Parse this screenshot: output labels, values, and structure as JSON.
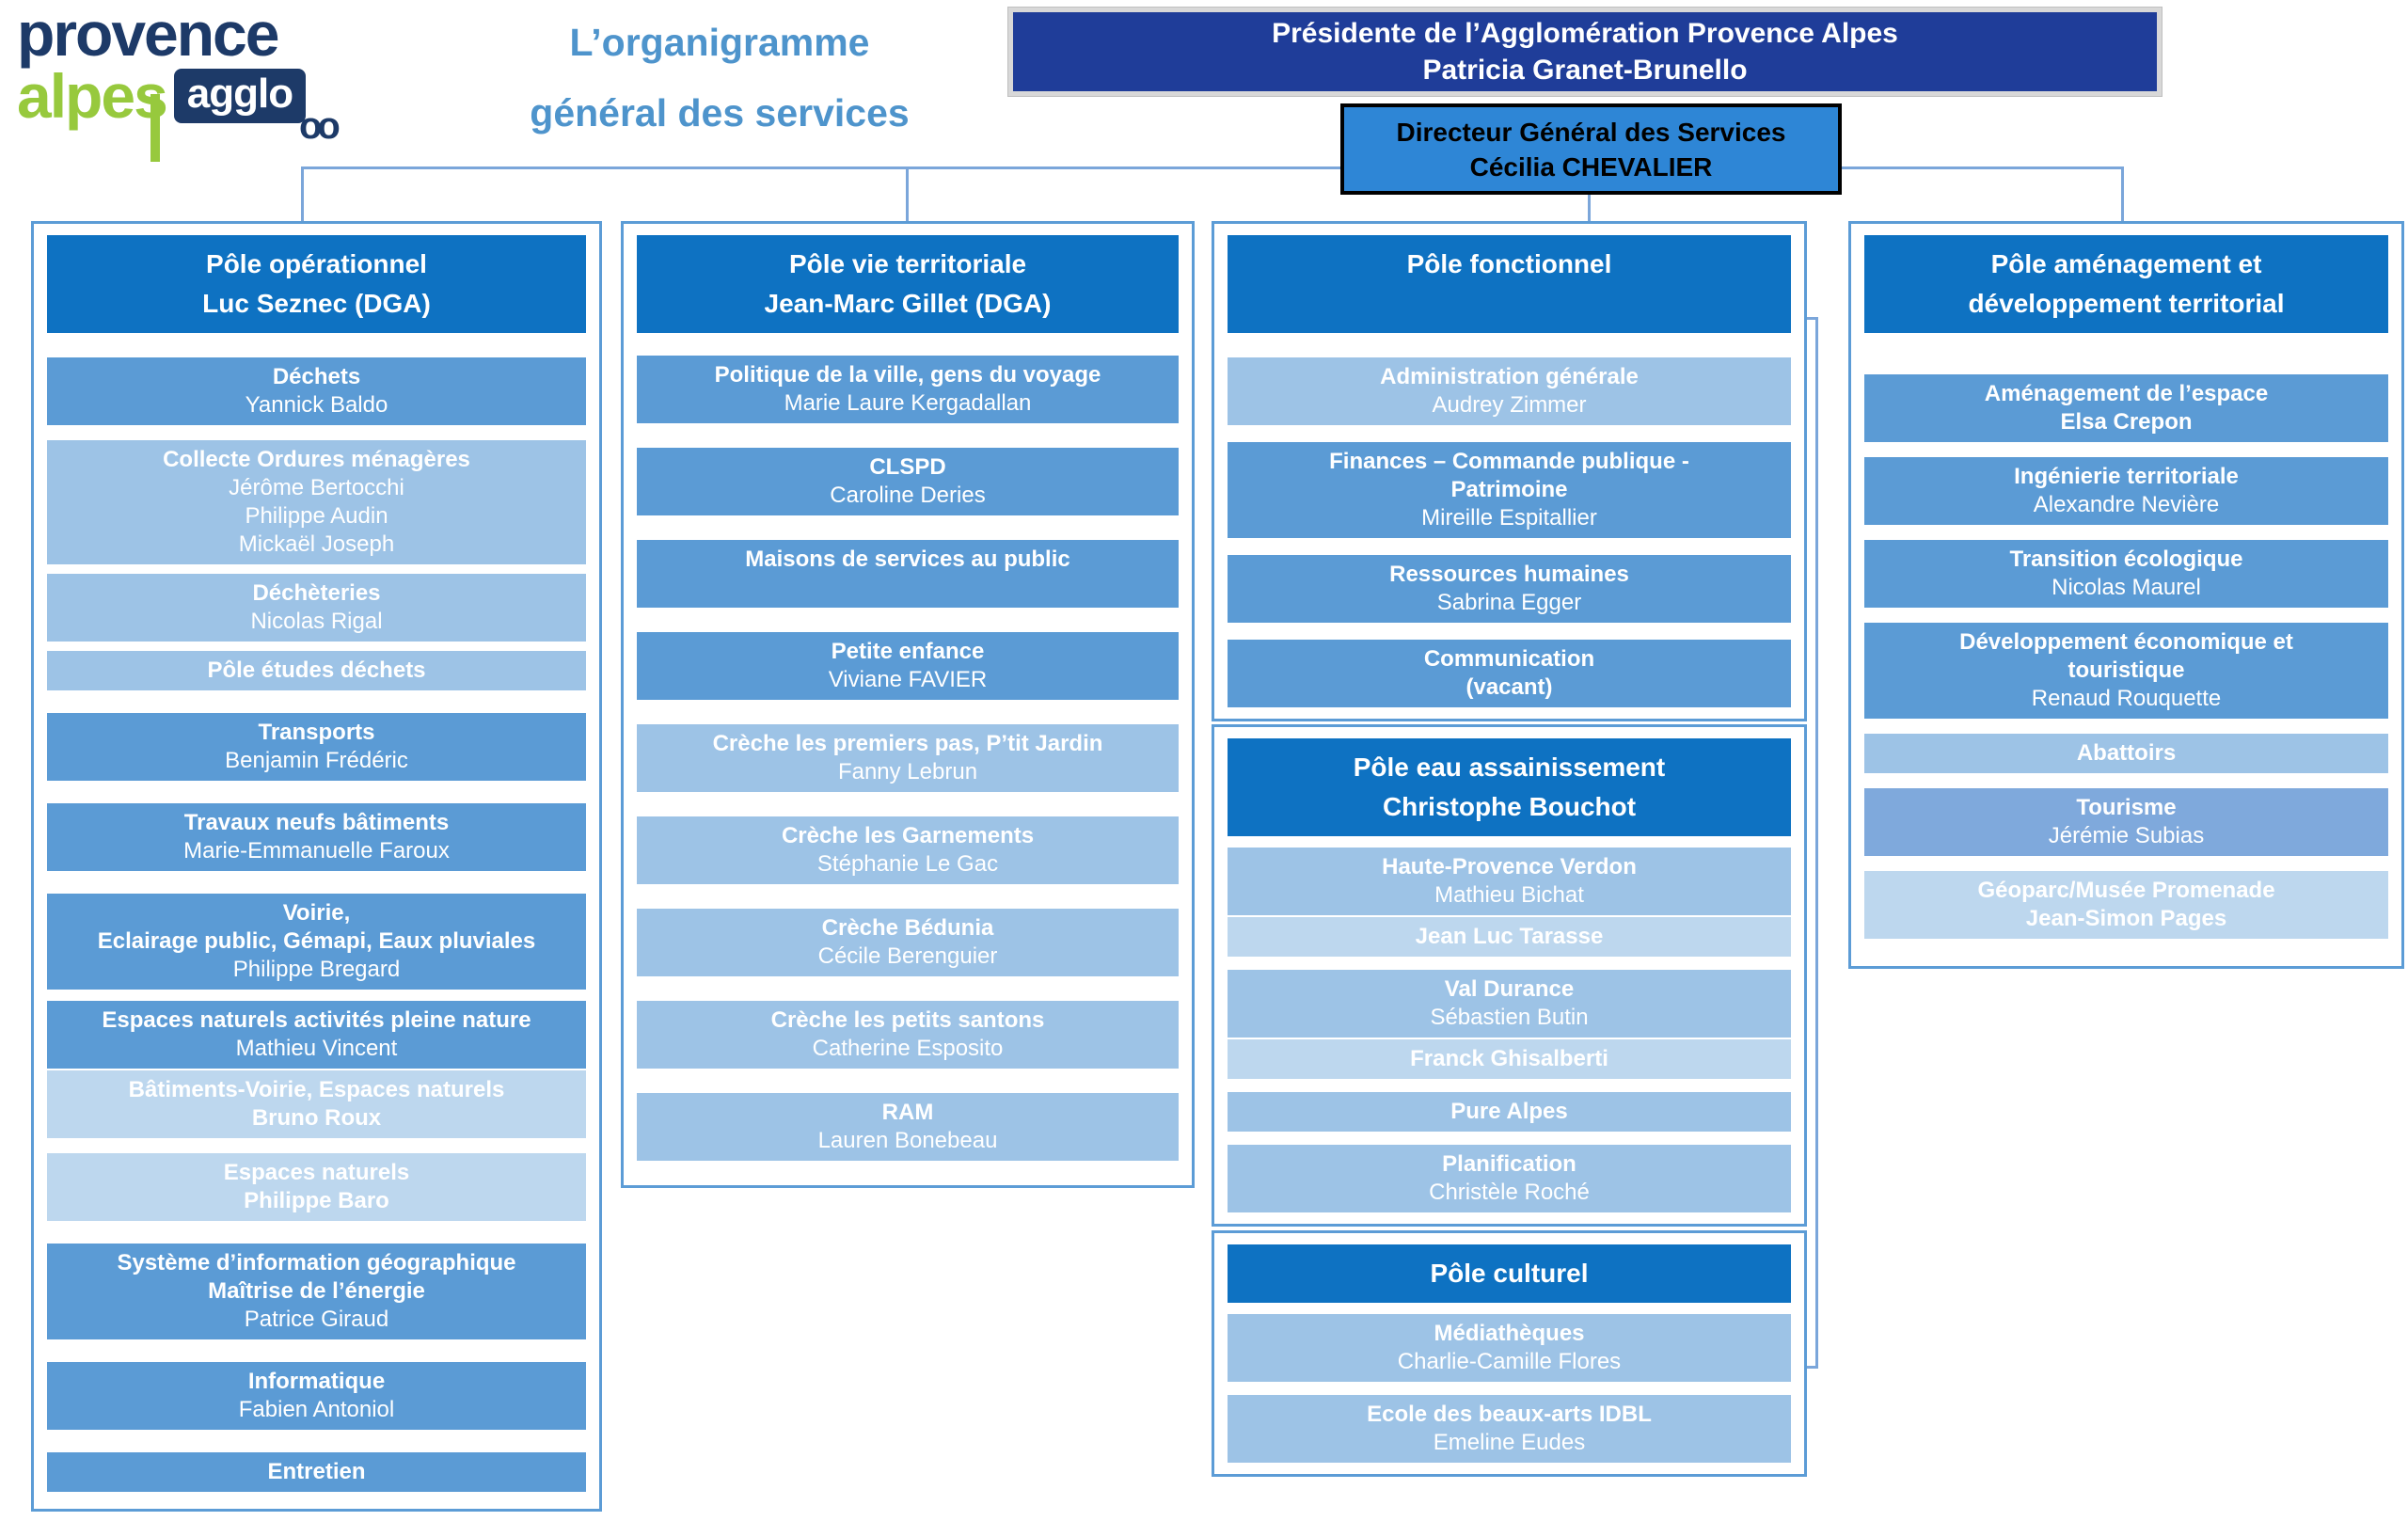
{
  "logo": {
    "line1": "provence",
    "line2": "alpes",
    "badge": "agglo",
    "oo": "oo"
  },
  "title": {
    "line1": "L’organigramme",
    "line2": "général des services"
  },
  "president": {
    "line1": "Présidente de l’Agglomération Provence Alpes",
    "line2": "Patricia Granet-Brunello"
  },
  "dgs": {
    "line1": "Directeur Général des Services",
    "line2": "Cécilia CHEVALIER"
  },
  "colors": {
    "header_blue": "#0e72c2",
    "president_navy": "#1f3d99",
    "dgs_blue": "#2e86d6",
    "row_mid": "#5b9bd5",
    "row_midlight": "#7fa9dc",
    "row_light": "#9dc3e6",
    "row_lighter": "#bdd7ee",
    "logo_navy": "#1d3a68",
    "logo_green": "#97c93d",
    "title_blue": "#4e94cc",
    "connector_blue": "#7ba6da"
  },
  "columns": [
    {
      "id": "pole-operationnel",
      "header": [
        "Pôle opérationnel",
        "Luc Seznec (DGA)"
      ],
      "rows": [
        {
          "lines": [
            "Déchets",
            "Yannick Baldo"
          ],
          "shade": "mid",
          "bold": 1
        },
        {
          "lines": [
            "Collecte Ordures ménagères",
            "Jérôme Bertocchi",
            "Philippe Audin",
            "Mickaël Joseph"
          ],
          "shade": "light",
          "bold": 1
        },
        {
          "lines": [
            "Déchèteries",
            "Nicolas Rigal"
          ],
          "shade": "light",
          "bold": 1
        },
        {
          "lines": [
            "Pôle études déchets"
          ],
          "shade": "light",
          "bold": 1
        },
        {
          "lines": [
            "Transports",
            "Benjamin Frédéric"
          ],
          "shade": "mid",
          "bold": 1
        },
        {
          "lines": [
            "Travaux neufs bâtiments",
            "Marie-Emmanuelle Faroux"
          ],
          "shade": "mid",
          "bold": 1
        },
        {
          "lines": [
            "Voirie,",
            "Eclairage public, Gémapi, Eaux pluviales",
            "Philippe Bregard"
          ],
          "shade": "mid",
          "bold": 2
        },
        {
          "lines": [
            "Espaces naturels activités pleine nature",
            "Mathieu Vincent"
          ],
          "shade": "mid",
          "bold": 1
        },
        {
          "lines": [
            "Bâtiments-Voirie, Espaces naturels",
            "Bruno Roux"
          ],
          "shade": "lighter",
          "bold": "all"
        },
        {
          "lines": [
            "Espaces naturels",
            "Philippe Baro"
          ],
          "shade": "lighter",
          "bold": "all"
        },
        {
          "lines": [
            "Système d’information géographique",
            "Maîtrise de l’énergie",
            "Patrice Giraud"
          ],
          "shade": "mid",
          "bold": 2
        },
        {
          "lines": [
            "Informatique",
            "Fabien Antoniol"
          ],
          "shade": "mid",
          "bold": 1
        },
        {
          "lines": [
            "Entretien"
          ],
          "shade": "mid",
          "bold": 1
        }
      ]
    },
    {
      "id": "pole-vie-territoriale",
      "header": [
        "Pôle vie territoriale",
        "Jean-Marc Gillet (DGA)"
      ],
      "rows": [
        {
          "lines": [
            "Politique de la ville, gens du voyage",
            "Marie Laure Kergadallan"
          ],
          "shade": "mid",
          "bold": 1
        },
        {
          "lines": [
            "CLSPD",
            "Caroline Deries"
          ],
          "shade": "mid",
          "bold": 1
        },
        {
          "lines": [
            "Maisons de services au public",
            ""
          ],
          "shade": "mid",
          "bold": 1
        },
        {
          "lines": [
            "Petite enfance",
            "Viviane FAVIER"
          ],
          "shade": "mid",
          "bold": 1
        },
        {
          "lines": [
            "Crèche les premiers pas, P’tit Jardin",
            "Fanny Lebrun"
          ],
          "shade": "light",
          "bold": 1
        },
        {
          "lines": [
            "Crèche les Garnements",
            "Stéphanie Le Gac"
          ],
          "shade": "light",
          "bold": 1
        },
        {
          "lines": [
            "Crèche Bédunia",
            "Cécile Berenguier"
          ],
          "shade": "light",
          "bold": 1
        },
        {
          "lines": [
            "Crèche les petits santons",
            "Catherine Esposito"
          ],
          "shade": "light",
          "bold": 1
        },
        {
          "lines": [
            "RAM",
            "Lauren Bonebeau"
          ],
          "shade": "light",
          "bold": 1
        }
      ]
    },
    {
      "id": "pole-fonctionnel",
      "header": [
        "Pôle fonctionnel",
        ""
      ],
      "rows": [
        {
          "lines": [
            "Administration générale",
            "Audrey Zimmer"
          ],
          "shade": "light",
          "bold": 1
        },
        {
          "lines": [
            "Finances – Commande publique -",
            "Patrimoine",
            "Mireille Espitallier"
          ],
          "shade": "mid",
          "bold": 2
        },
        {
          "lines": [
            "Ressources humaines",
            "Sabrina Egger"
          ],
          "shade": "mid",
          "bold": 1
        },
        {
          "lines": [
            "Communication",
            "(vacant)"
          ],
          "shade": "mid",
          "bold": "all"
        }
      ]
    },
    {
      "id": "pole-eau-assainissement",
      "header": [
        "Pôle eau assainissement",
        "Christophe Bouchot"
      ],
      "rows": [
        {
          "lines": [
            "Haute-Provence Verdon",
            "Mathieu Bichat"
          ],
          "shade": "light",
          "bold": 1
        },
        {
          "lines": [
            "Jean Luc Tarasse"
          ],
          "shade": "lighter",
          "bold": "all",
          "attached": true
        },
        {
          "lines": [
            "Val Durance",
            "Sébastien Butin"
          ],
          "shade": "light",
          "bold": 1
        },
        {
          "lines": [
            "Franck Ghisalberti"
          ],
          "shade": "lighter",
          "bold": "all",
          "attached": true
        },
        {
          "lines": [
            "Pure Alpes"
          ],
          "shade": "light",
          "bold": 1
        },
        {
          "lines": [
            "Planification",
            "Christèle Roché"
          ],
          "shade": "light",
          "bold": 1
        }
      ]
    },
    {
      "id": "pole-culturel",
      "header": [
        "Pôle culturel"
      ],
      "rows": [
        {
          "lines": [
            "Médiathèques",
            "Charlie-Camille Flores"
          ],
          "shade": "light",
          "bold": 1
        },
        {
          "lines": [
            "Ecole des beaux-arts IDBL",
            "Emeline Eudes"
          ],
          "shade": "light",
          "bold": 1
        }
      ]
    },
    {
      "id": "pole-amenagement",
      "header": [
        "Pôle aménagement et",
        "développement territorial"
      ],
      "rows": [
        {
          "lines": [
            "Aménagement de l’espace",
            "Elsa Crepon"
          ],
          "shade": "mid",
          "bold": "all"
        },
        {
          "lines": [
            "Ingénierie territoriale",
            "Alexandre Nevière"
          ],
          "shade": "mid",
          "bold": 1
        },
        {
          "lines": [
            "Transition écologique",
            "Nicolas Maurel"
          ],
          "shade": "mid",
          "bold": 1
        },
        {
          "lines": [
            "Développement économique et",
            "touristique",
            "Renaud Rouquette"
          ],
          "shade": "mid",
          "bold": 2
        },
        {
          "lines": [
            "Abattoirs"
          ],
          "shade": "light",
          "bold": 1
        },
        {
          "lines": [
            "Tourisme",
            "Jérémie Subias"
          ],
          "shade": "midlight",
          "bold": 1
        },
        {
          "lines": [
            "Géoparc/Musée Promenade",
            "Jean-Simon Pages"
          ],
          "shade": "lighter",
          "bold": "all"
        }
      ]
    }
  ]
}
